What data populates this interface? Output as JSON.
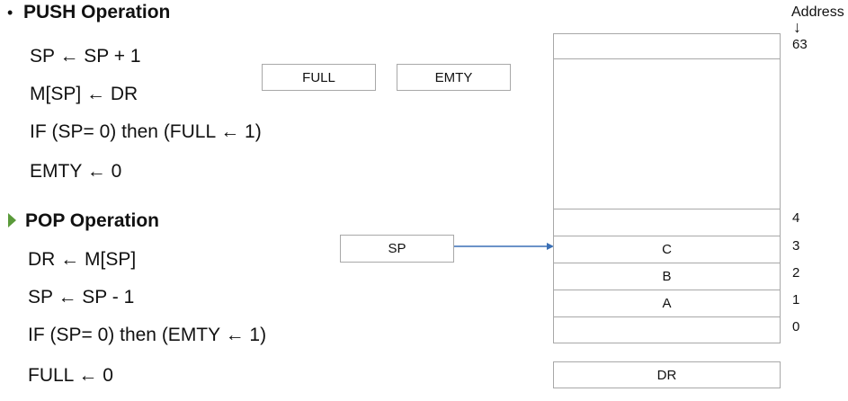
{
  "push": {
    "bullet": "•",
    "heading": "PUSH Operation",
    "lines": [
      "SP ← SP + 1",
      "M[SP] ← DR",
      "IF (SP= 0) then (FULL ← 1)",
      "EMTY ← 0"
    ]
  },
  "pop": {
    "heading": "POP Operation",
    "lines": [
      "DR ← M[SP]",
      "SP ← SP - 1",
      "IF (SP= 0) then (EMTY ← 1)",
      "FULL ← 0"
    ]
  },
  "flags": {
    "full": "FULL",
    "emty": "EMTY"
  },
  "sp_register": "SP",
  "memory": {
    "address_title": "Address",
    "address_arrow": "↓",
    "cells": [
      {
        "content": "",
        "address": "63"
      },
      {
        "content": "",
        "address": ""
      },
      {
        "content": "",
        "address": "4"
      },
      {
        "content": "C",
        "address": "3"
      },
      {
        "content": "B",
        "address": "2"
      },
      {
        "content": "A",
        "address": "1"
      },
      {
        "content": "",
        "address": "0"
      }
    ]
  },
  "dr_register": "DR",
  "colors": {
    "arrow": "#3a6fb5",
    "bullet_arrow": "#5a9a3a",
    "border": "#a8a8a8"
  }
}
